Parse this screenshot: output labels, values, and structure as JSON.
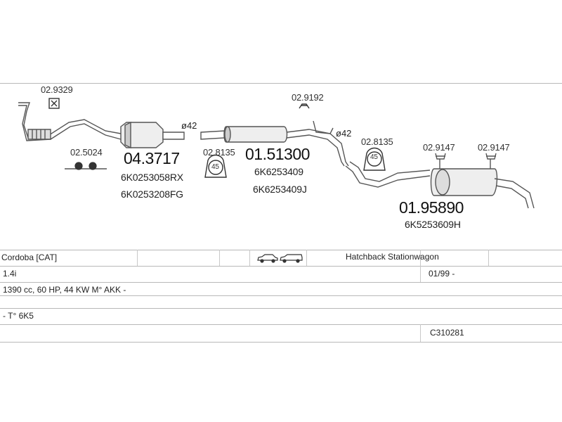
{
  "parts": {
    "clamp_top_left": "02.9329",
    "hanger_left": "02.5024",
    "catalyst": {
      "number": "04.3717",
      "oem1": "6K0253058RX",
      "oem2": "6K0253208FG"
    },
    "pipe_diameter_1": "ø42",
    "clamp_mid_left": "02.8135",
    "clamp_mid_left_size": "45",
    "middle_silencer": {
      "number": "01.51300",
      "oem1": "6K6253409",
      "oem2": "6K6253409J"
    },
    "clamp_top_mid": "02.9192",
    "pipe_diameter_2": "ø42",
    "clamp_right": "02.8135",
    "clamp_right_size": "45",
    "hanger_right_1": "02.9147",
    "hanger_right_2": "02.9147",
    "rear_silencer": {
      "number": "01.95890",
      "oem1": "6K5253609H"
    }
  },
  "table": {
    "row1_model": "Cordoba  [CAT]",
    "row1_body": "Hatchback Stationwagon",
    "row2_engine": "1.4i",
    "row2_date": "01/99 -",
    "row3_spec": "1390 cc, 60 HP, 44 KW M° AKK -",
    "row4_type": "- T° 6K5",
    "row5_code": "C310281"
  },
  "icons": {
    "car_icons": "car-hatchback-icon, car-stationwagon-icon"
  }
}
